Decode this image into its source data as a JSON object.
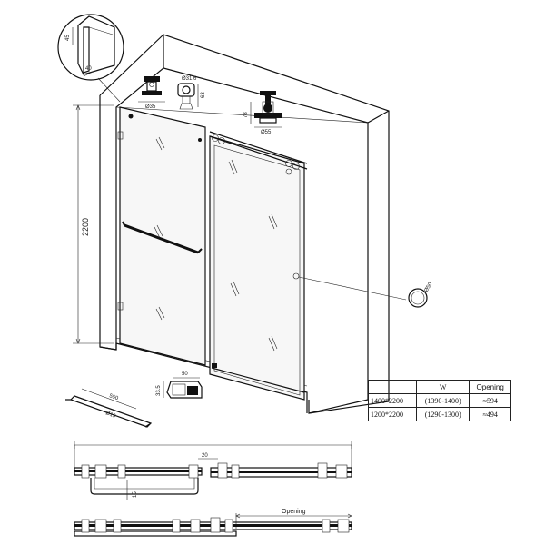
{
  "labels": {
    "height": "2200",
    "detail_thickness": "45",
    "detail_width": "40",
    "top_fitting_diameter": "Ø31.6",
    "top_fitting_height": "63",
    "top_fitting_base": "Ø35",
    "roller_height": "78",
    "roller_diameter": "Ø55",
    "knob_diameter": "Ø50",
    "guide_width": "50",
    "guide_height": "33.5",
    "towel_bar_length": "550",
    "towel_bar_diameter": "Ø19",
    "plan_offset": "20",
    "plan_depth": "15",
    "opening": "Opening"
  },
  "table": {
    "headers": [
      "",
      "W",
      "Opening"
    ],
    "rows": [
      {
        "size": "1400*2200",
        "w": "(1390-1400)",
        "opening": "≈594"
      },
      {
        "size": "1200*2200",
        "w": "(1290-1300)",
        "opening": "≈494"
      }
    ]
  }
}
